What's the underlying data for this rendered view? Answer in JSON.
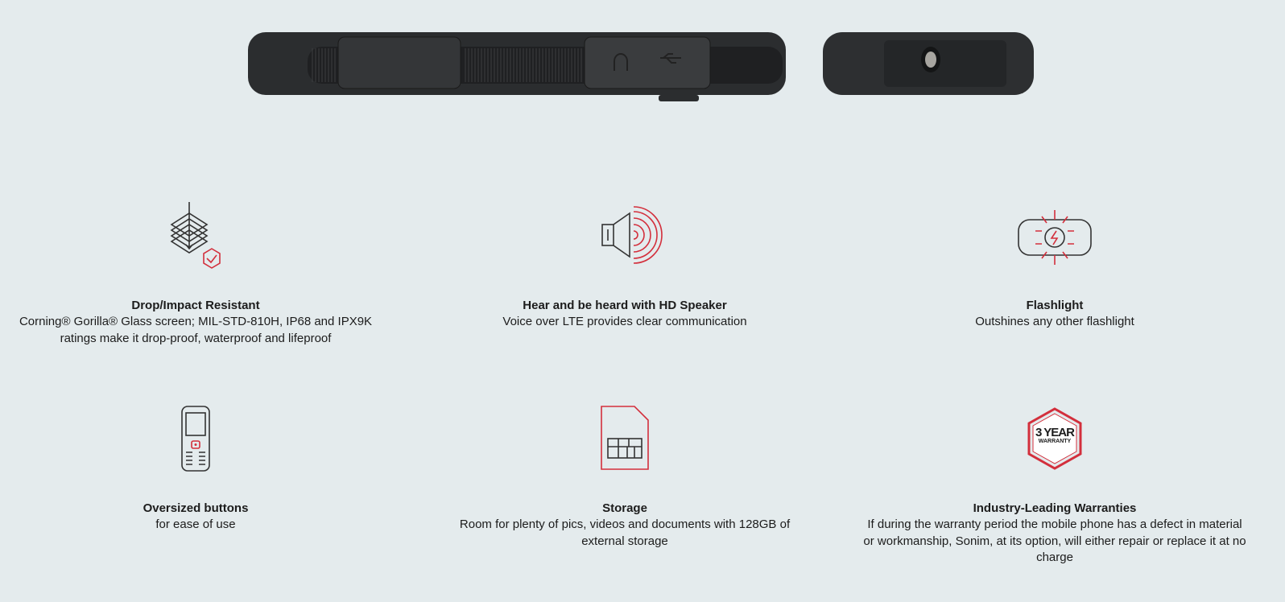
{
  "features": [
    {
      "icon": "layered-glass-shield-icon",
      "title": "Drop/Impact Resistant",
      "desc": "Corning® Gorilla® Glass screen; MIL-STD-810H, IP68 and IPX9K ratings make it drop-proof, waterproof and lifeproof"
    },
    {
      "icon": "speaker-icon",
      "title": "Hear and be heard with HD Speaker",
      "desc": "Voice over LTE provides clear communication"
    },
    {
      "icon": "flashlight-icon",
      "title": "Flashlight",
      "desc": "Outshines any other flashlight"
    },
    {
      "icon": "feature-phone-icon",
      "title": "Oversized buttons",
      "desc": "for ease of use"
    },
    {
      "icon": "sd-card-icon",
      "title": "Storage",
      "desc": "Room for plenty of pics, videos and documents with 128GB of external storage"
    },
    {
      "icon": "warranty-badge-icon",
      "title": "Industry-Leading Warranties",
      "desc": "If during the warranty period the mobile phone has a defect in material or workmanship, Sonim, at its option, will either repair or replace it at no charge"
    }
  ],
  "warranty_badge": {
    "line1": "3 YEAR",
    "line2": "WARRANTY"
  },
  "colors": {
    "accent": "#d32f3c",
    "line": "#333333",
    "background": "#e4ebed"
  }
}
